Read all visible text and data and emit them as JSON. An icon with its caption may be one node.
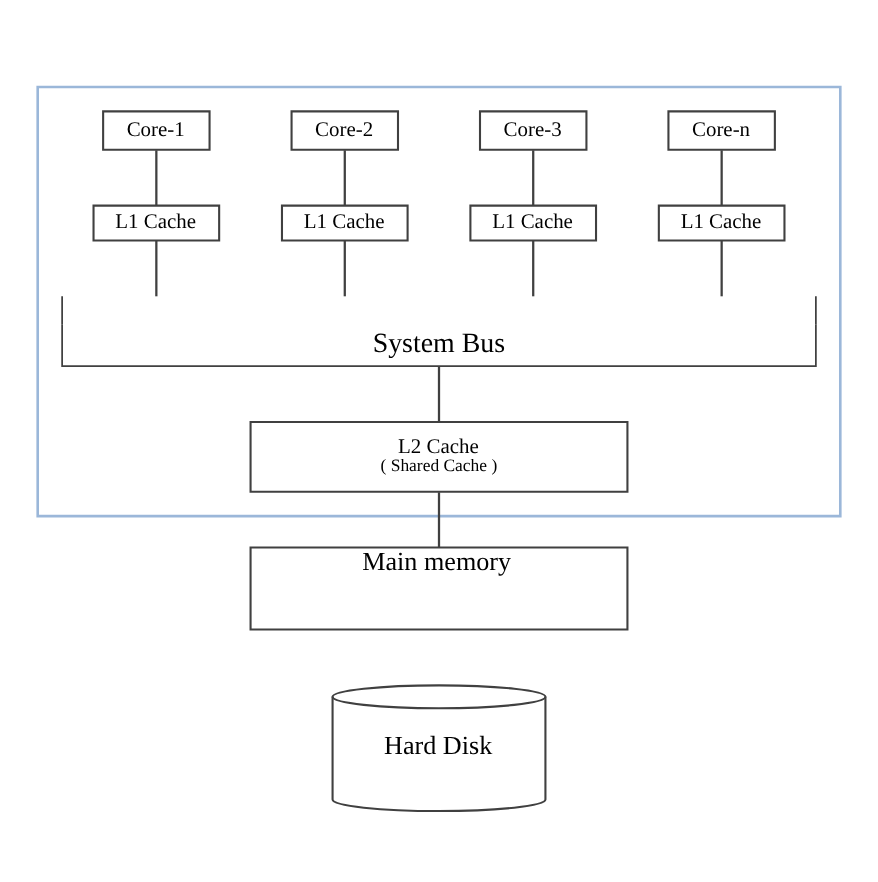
{
  "diagram": {
    "nodes": [
      {
        "text": [],
        "shape": "box"
      },
      {
        "text": [
          "Core-1"
        ],
        "in": 0
      },
      {
        "text": [
          "Core-2"
        ],
        "in": 0
      },
      {
        "text": [
          "Core-3"
        ],
        "in": 0
      },
      {
        "text": [
          "Core-n"
        ],
        "in": 0
      },
      {
        "text": [
          "L1 Cache"
        ],
        "in": 0
      },
      {
        "text": [
          "L1 Cache"
        ],
        "in": 0
      },
      {
        "text": [
          "L1 Cache"
        ],
        "in": 0
      },
      {
        "text": [
          "L1 Cache"
        ],
        "in": 0
      },
      {
        "text": [
          "System Bus"
        ],
        "in": 0
      },
      {
        "text": [
          "L2 Cache",
          "( Shared Cache )"
        ],
        "in": 0
      },
      {
        "text": [
          "Main memory"
        ]
      },
      {
        "text": [
          "Hard Disk"
        ]
      }
    ],
    "edges": [
      {
        "from": 1,
        "to": 5,
        "arrow": "none"
      },
      {
        "from": 2,
        "to": 6,
        "arrow": "none"
      },
      {
        "from": 3,
        "to": 7,
        "arrow": "none"
      },
      {
        "from": 4,
        "to": 8,
        "arrow": "none"
      },
      {
        "from": 5,
        "to": 9,
        "arrow": "none"
      },
      {
        "from": 6,
        "to": 9,
        "arrow": "none"
      },
      {
        "from": 7,
        "to": 9,
        "arrow": "none"
      },
      {
        "from": 8,
        "to": 9,
        "arrow": "none"
      },
      {
        "from": 9,
        "to": 10,
        "arrow": "none"
      },
      {
        "from": 10,
        "to": 11,
        "arrow": "none"
      }
    ]
  }
}
